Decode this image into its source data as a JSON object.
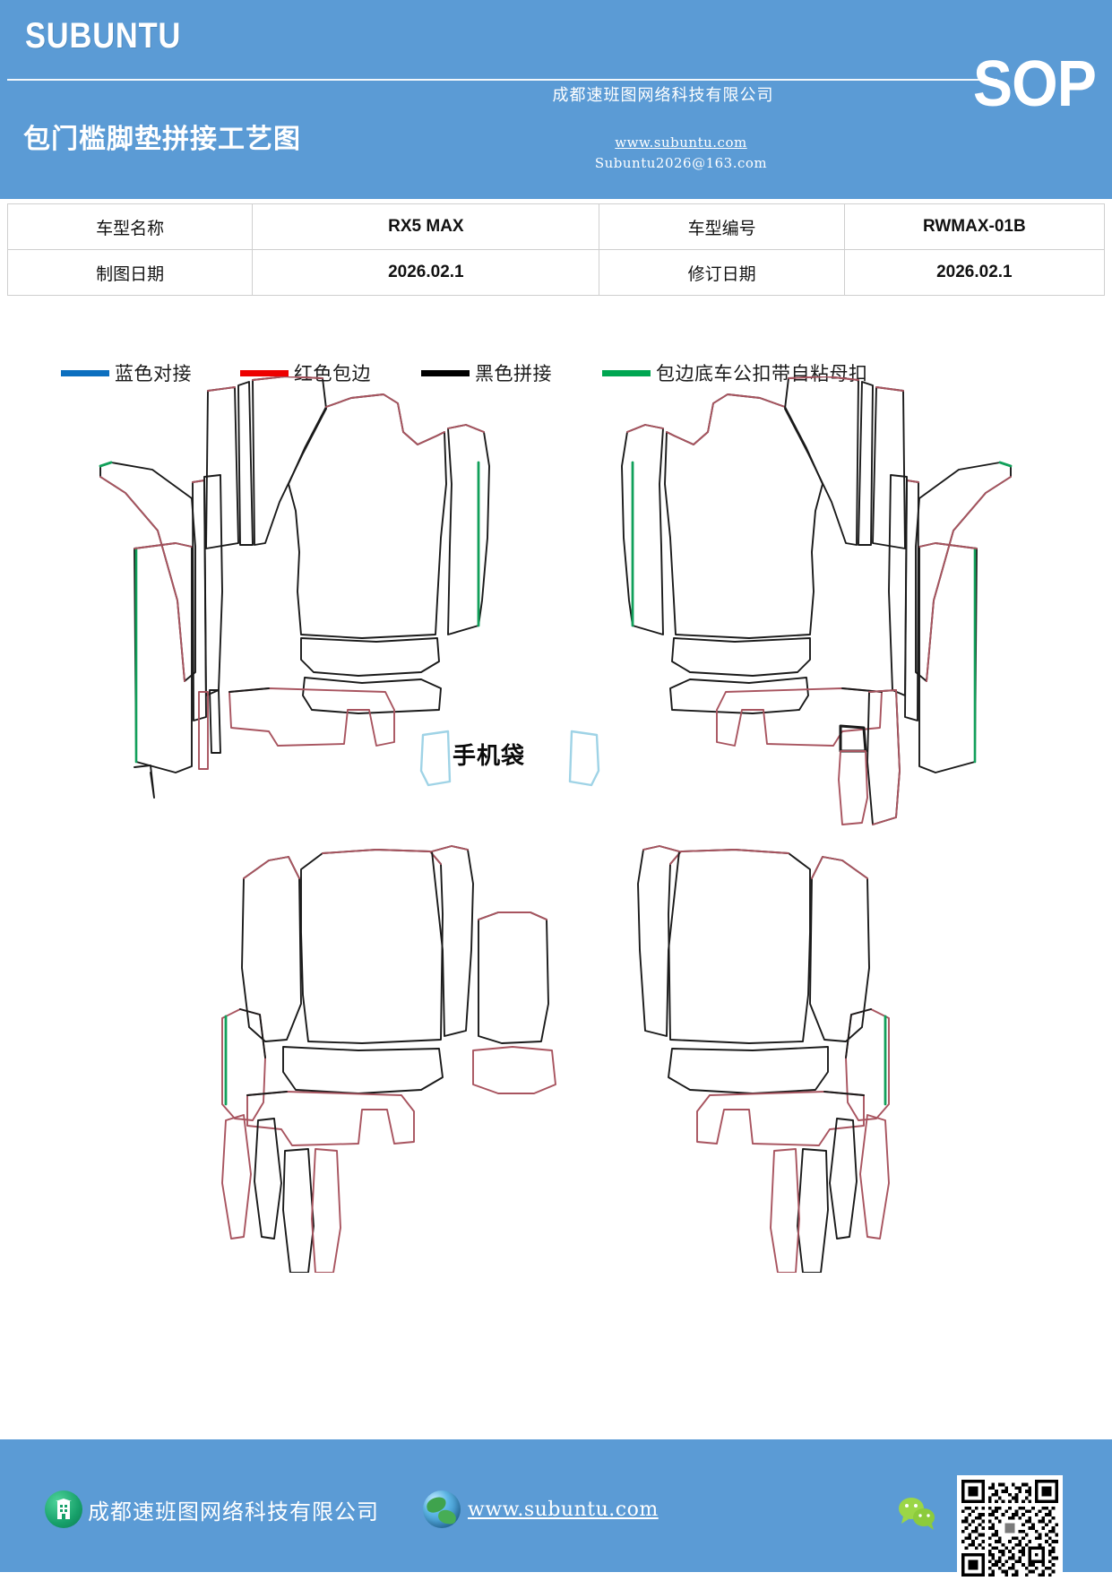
{
  "header": {
    "brand": "SUBUNTU",
    "doc_type_badge": "SOP",
    "title": "包门槛脚垫拼接工艺图",
    "company": "成都速班图网络科技有限公司",
    "url": "www.subuntu.com",
    "email": "Subuntu2026@163.com",
    "bg_color": "#5B9BD5"
  },
  "info_table": {
    "rows": [
      [
        {
          "label": "车型名称",
          "value": "RX5 MAX"
        },
        {
          "label": "车型编号",
          "value": "RWMAX-01B"
        }
      ],
      [
        {
          "label": "制图日期",
          "value": "2026.02.1"
        },
        {
          "label": "修订日期",
          "value": "2026.02.1"
        }
      ]
    ]
  },
  "legend": {
    "items": [
      {
        "label": "蓝色对接",
        "color": "#0C6FBF"
      },
      {
        "label": "红色包边",
        "color": "#ED0000"
      },
      {
        "label": "黑色拼接",
        "color": "#000000"
      },
      {
        "label": "包边底车公扣带自粘母扣",
        "color": "#00A651"
      }
    ]
  },
  "drawing": {
    "pocket_label": "手机袋",
    "stroke_colors": {
      "black_seam": "#1a1a1a",
      "red_binding": "#a8545f",
      "green_hook": "#11A05A",
      "blue_butt": "#7fb8d4"
    },
    "groups": [
      "front-left-mat-set",
      "front-right-mat-set",
      "phone-pocket",
      "rear-mat-set"
    ]
  },
  "footer": {
    "company": "成都速班图网络科技有限公司",
    "url": "www.subuntu.com",
    "bg_color": "#5B9BD5"
  }
}
